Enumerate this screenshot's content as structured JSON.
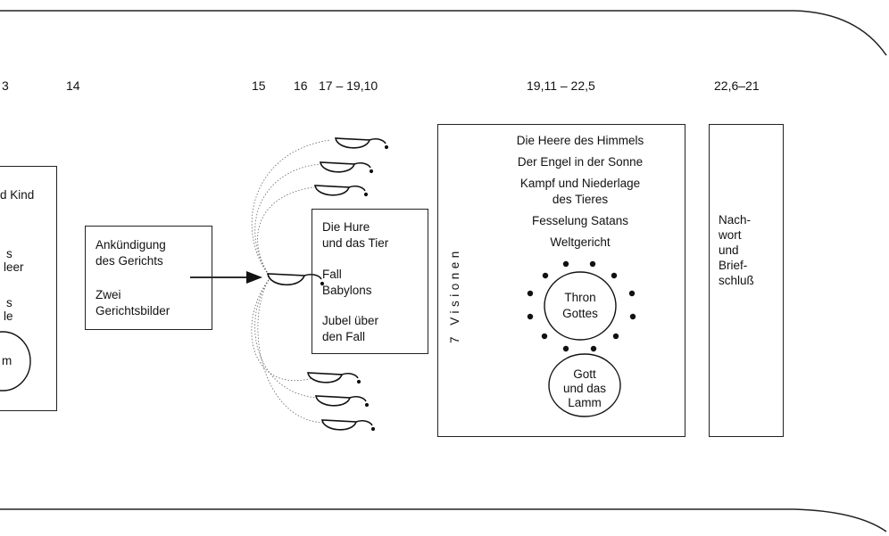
{
  "headers": [
    "3",
    "14",
    "15",
    "16",
    "17 – 19,10",
    "19,11 – 22,5",
    "22,6–21"
  ],
  "left_box": {
    "lines": [
      "d Kind",
      "s",
      "leer",
      "s",
      "le"
    ],
    "circle_text": "m"
  },
  "announcement": {
    "line1": "Ankündigung",
    "line2": "des Gerichts",
    "line3": "Zwei",
    "line4": "Gerichtsbilder"
  },
  "babylon": {
    "l1": "Die Hure",
    "l2": "und das Tier",
    "l3": "Fall",
    "l4": "Babylons",
    "l5": "Jubel über",
    "l6": "den Fall"
  },
  "visions": {
    "vertical_label": "7 Visionen",
    "items": [
      "Die Heere des Himmels",
      "Der Engel in der Sonne",
      "Kampf und Niederlage",
      "des Tieres",
      "Fesselung Satans",
      "Weltgericht"
    ],
    "throne": [
      "Thron",
      "Gottes"
    ],
    "lamb": [
      "Gott",
      "und das",
      "Lamm"
    ]
  },
  "epilogue": {
    "l1": "Nach-",
    "l2": "wort",
    "l3": "und",
    "l4": "Brief-",
    "l5": "schluß"
  }
}
